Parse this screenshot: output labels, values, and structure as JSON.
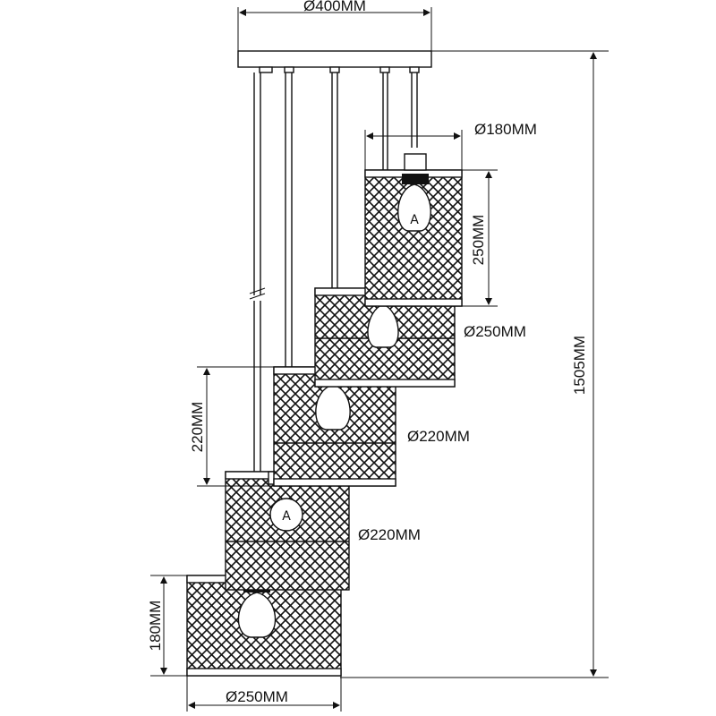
{
  "dimensions": {
    "canopy_width": "Ø400MM",
    "total_height": "1505MM",
    "shade1_diameter": "Ø180MM",
    "shade1_height": "250MM",
    "shade2_diameter": "Ø250MM",
    "shade3_diameter": "Ø220MM",
    "shade3_height": "220MM",
    "shade4_diameter": "Ø220MM",
    "shade5_diameter": "Ø250MM",
    "shade5_height": "180MM"
  },
  "colors": {
    "ink": "#111111",
    "background": "#ffffff"
  }
}
